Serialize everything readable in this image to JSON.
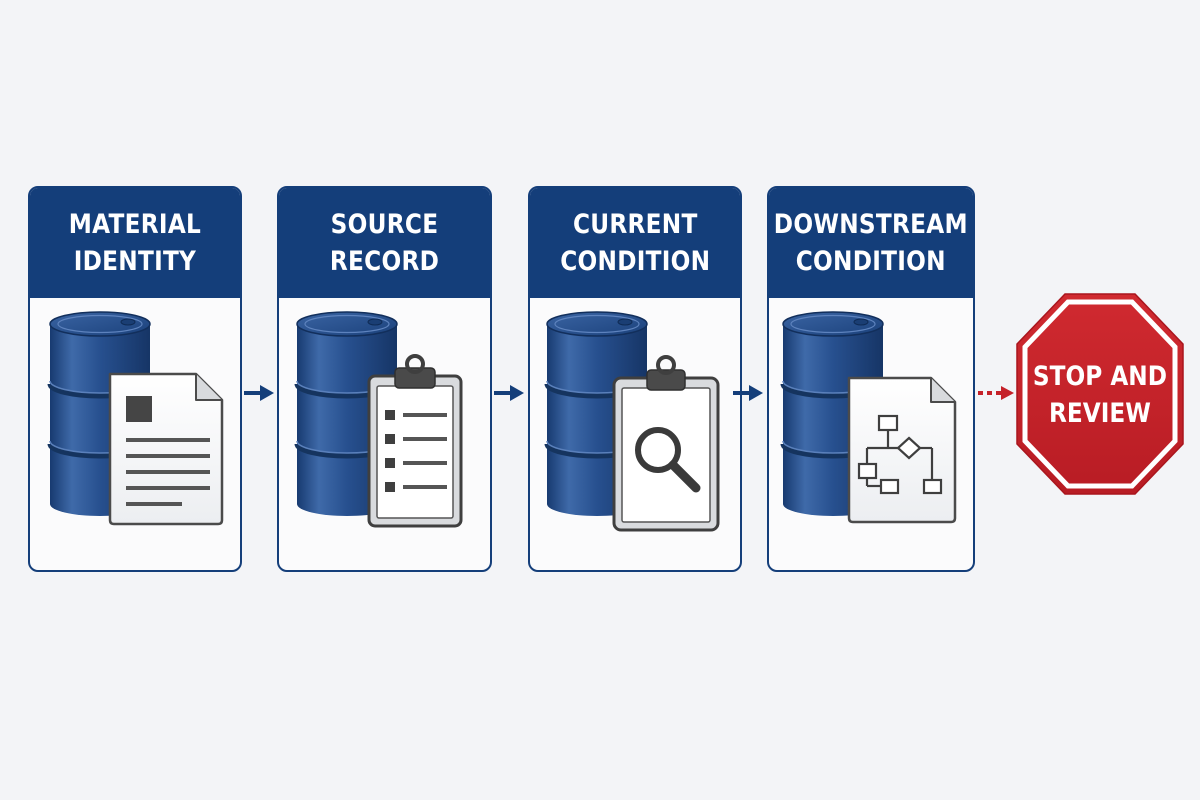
{
  "steps": [
    {
      "title_line1": "MATERIAL",
      "title_line2": "IDENTITY",
      "icon": "data-sheet-icon"
    },
    {
      "title_line1": "SOURCE",
      "title_line2": "RECORD",
      "icon": "checklist-clipboard-icon"
    },
    {
      "title_line1": "CURRENT",
      "title_line2": "CONDITION",
      "icon": "magnifier-clipboard-icon"
    },
    {
      "title_line1": "DOWNSTREAM",
      "title_line2": "CONDITION",
      "icon": "flowchart-document-icon"
    }
  ],
  "stop": {
    "line1": "STOP AND",
    "line2": "REVIEW",
    "icon": "stop-sign-icon"
  },
  "colors": {
    "navy": "#143e7a",
    "drum_blue": "#27508f",
    "stop_red": "#c52129",
    "background": "#f3f4f7"
  }
}
